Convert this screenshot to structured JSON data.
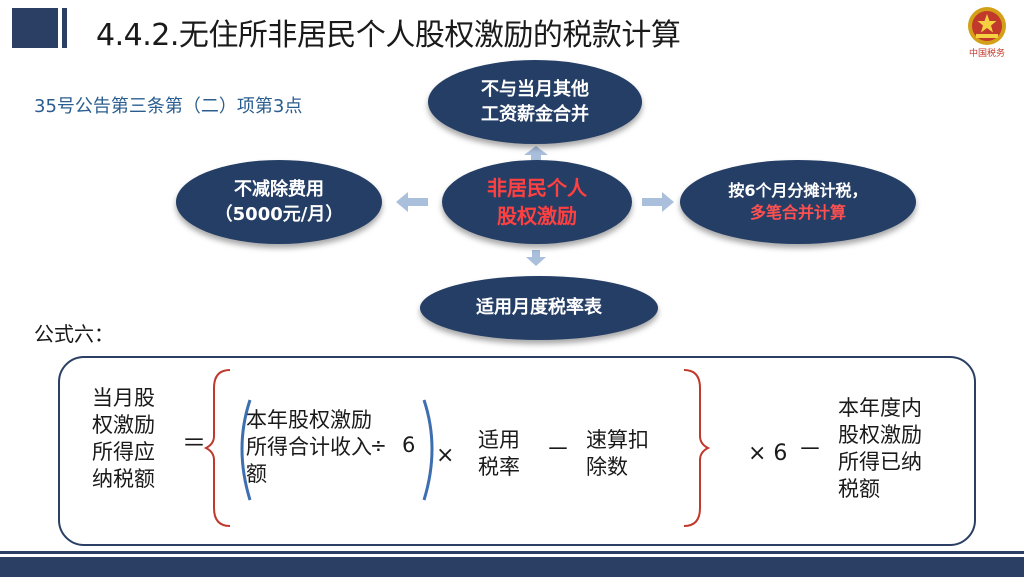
{
  "header": {
    "title": "4.4.2.无住所非居民个人股权激励的税款计算",
    "emblem_caption": "中国税务"
  },
  "subtitle": "35号公告第三条第（二）项第3点",
  "diagram": {
    "center": {
      "line1": "非居民个人",
      "line2": "股权激励"
    },
    "top": {
      "line1": "不与当月其他",
      "line2": "工资薪金合并"
    },
    "left": {
      "line1": "不减除费用",
      "line2": "（5000元/月）"
    },
    "right": {
      "line1": "按6个月分摊计税，",
      "line2": "多笔合并计算"
    },
    "bottom": {
      "line1": "适用月度税率表"
    }
  },
  "formula": {
    "label": "公式六：",
    "term_left": "当月股权激励所得应纳税额",
    "equals": "＝",
    "term_income": "本年股权激励所得合计收入额",
    "divide": "÷",
    "six_a": "6",
    "times_a": "×",
    "term_rate": "适用税率",
    "minus_a": "－",
    "term_deduction": "速算扣除数",
    "times_six": "× 6",
    "minus_b": "－",
    "term_paid": "本年度内股权激励所得已纳税额"
  },
  "colors": {
    "navy": "#243e66",
    "title_block": "#2a3f63",
    "subtitle": "#2a5d8f",
    "highlight_red": "#ff4040",
    "bracket_red": "#c0392b",
    "bracket_blue": "#3d6fb0",
    "arrow": "#a9bfdc"
  }
}
